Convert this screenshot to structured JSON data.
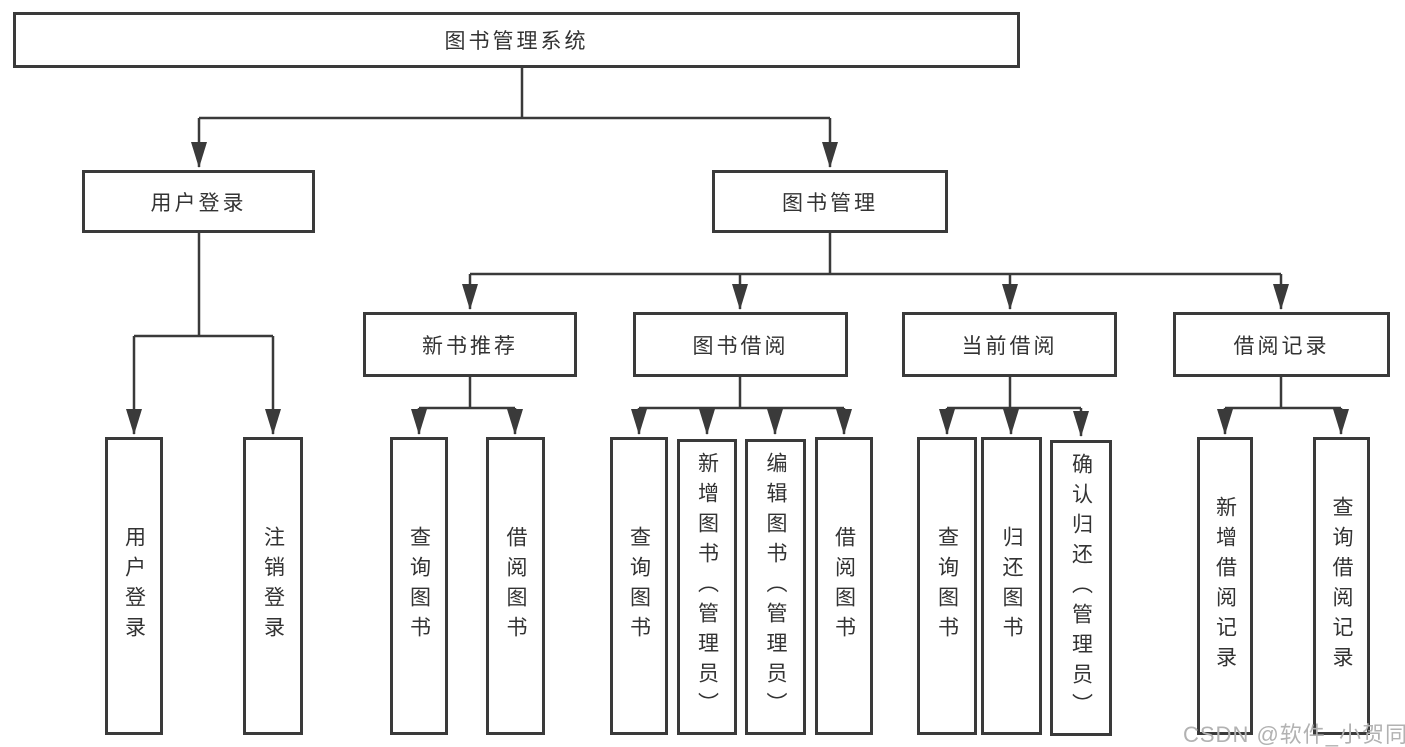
{
  "diagram_type": "hierarchy-tree",
  "colors": {
    "line": "#3a3a3a",
    "box_border": "#3a3a3a",
    "text": "#333333",
    "background": "#ffffff",
    "watermark": "#b2b2b2"
  },
  "tree": {
    "root": {
      "label": "图书管理系统"
    },
    "branches": [
      {
        "label": "用户登录",
        "children": [
          {
            "label": "用户登录"
          },
          {
            "label": "注销登录"
          }
        ]
      },
      {
        "label": "图书管理",
        "children": [
          {
            "label": "新书推荐",
            "children": [
              {
                "label": "查询图书"
              },
              {
                "label": "借阅图书"
              }
            ]
          },
          {
            "label": "图书借阅",
            "children": [
              {
                "label": "查询图书"
              },
              {
                "label": "新增图书（管理员）"
              },
              {
                "label": "编辑图书（管理员）"
              },
              {
                "label": "借阅图书"
              }
            ]
          },
          {
            "label": "当前借阅",
            "children": [
              {
                "label": "查询图书"
              },
              {
                "label": "归还图书"
              },
              {
                "label": "确认归还（管理员）"
              }
            ]
          },
          {
            "label": "借阅记录",
            "children": [
              {
                "label": "新增借阅记录"
              },
              {
                "label": "查询借阅记录"
              }
            ]
          }
        ]
      }
    ]
  },
  "watermark": {
    "text": "CSDN @软件_小贺同学"
  }
}
